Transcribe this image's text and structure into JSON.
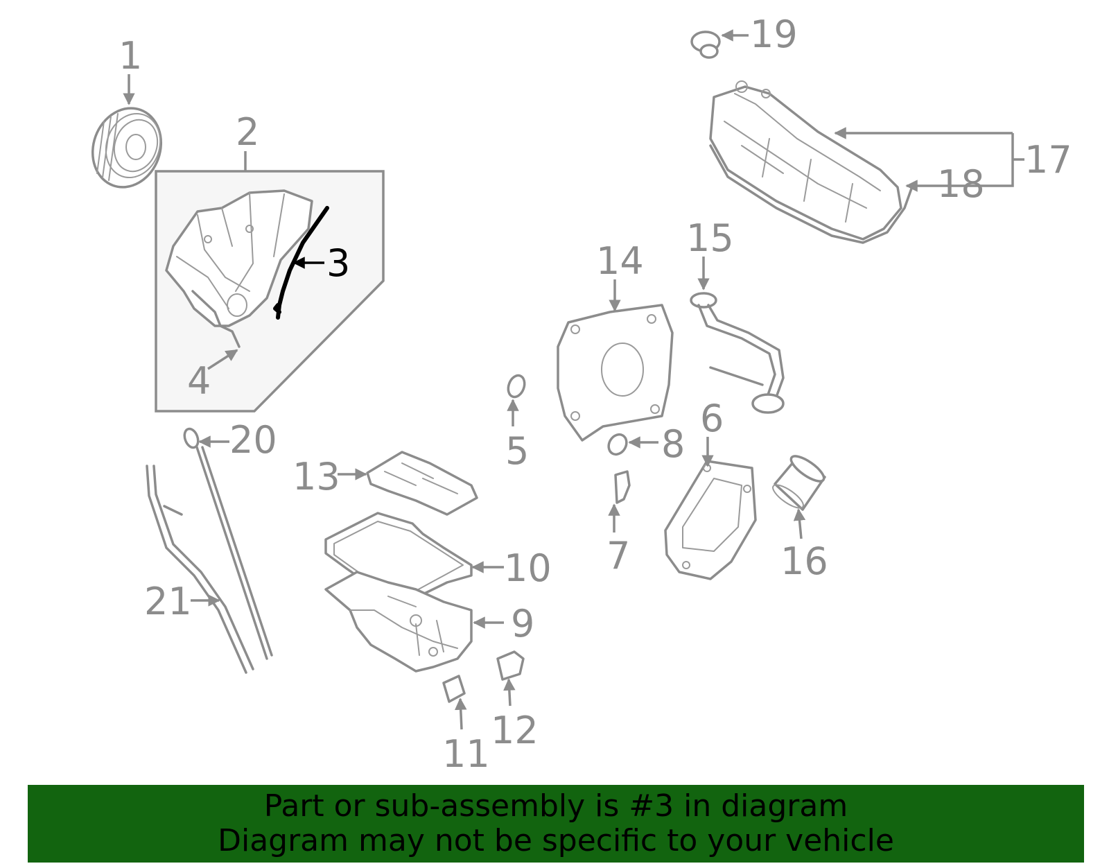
{
  "callouts": {
    "c1": "1",
    "c2": "2",
    "c3": "3",
    "c4": "4",
    "c5": "5",
    "c6": "6",
    "c7": "7",
    "c8": "8",
    "c9": "9",
    "c10": "10",
    "c11": "11",
    "c12": "12",
    "c13": "13",
    "c14": "14",
    "c15": "15",
    "c16": "16",
    "c17": "17",
    "c18": "18",
    "c19": "19",
    "c20": "20",
    "c21": "21"
  },
  "highlight_part": "3",
  "colors": {
    "banner": "#12640f",
    "highlight": "#000000",
    "line": "#8c8c8c"
  },
  "footer": {
    "line1": "Part or sub-assembly is #3 in diagram",
    "line2": "Diagram may not be specific to your vehicle"
  }
}
